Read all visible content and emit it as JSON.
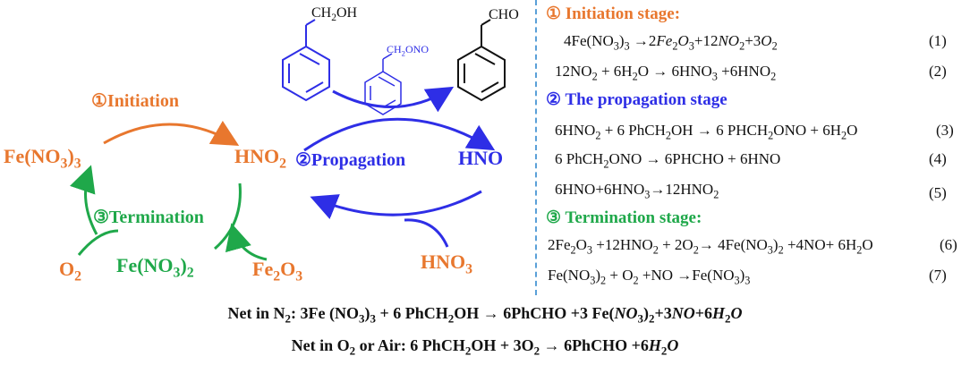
{
  "cycle": {
    "species": {
      "fe_no3_3": "Fe(NO3)3",
      "hno2": "HNO2",
      "hno": "HNO",
      "hno3": "HNO3",
      "o2": "O2",
      "fe_no3_2": "Fe(NO3)2",
      "fe2o3": "Fe2O3"
    },
    "labels": {
      "initiation": "①Initiation",
      "propagation": "②Propagation",
      "termination": "③Termination"
    },
    "molecules": {
      "benzyl_alcohol_group": "CH2OH",
      "nitrite_group": "CH2ONO",
      "aldehyde_group": "CHO"
    }
  },
  "equations": {
    "initiation_title": "① Initiation stage:",
    "propagation_title": "② The propagation stage",
    "termination_title": "③ Termination stage:",
    "items": [
      {
        "num": "(1)",
        "text": "4Fe(NO3)3 →2Fe2O3+12NO2+3O2"
      },
      {
        "num": "(2)",
        "text": "12NO2 + 6H2O → 6HNO3 +6HNO2"
      },
      {
        "num": "(3)",
        "text": "6HNO2 + 6 PhCH2OH → 6 PHCH2ONO + 6H2O"
      },
      {
        "num": "(4)",
        "text": "6 PhCH2ONO → 6PHCHO + 6HNO"
      },
      {
        "num": "(5)",
        "text": "6HNO+6HNO3→12HNO2"
      },
      {
        "num": "(6)",
        "text": "2Fe2O3 +12HNO2 + 2O2→ 4Fe(NO3)2 +4NO+ 6H2O"
      },
      {
        "num": "(7)",
        "text": "Fe(NO3)2 + O2 +NO →Fe(NO3)3"
      }
    ]
  },
  "net": {
    "n2": "Net in N2: 3Fe (NO3)3 + 6 PhCH2OH → 6PhCHO +3 Fe(NO3)2+3NO+6H2O",
    "o2": "Net in O2 or Air: 6 PhCH2OH + 3O2 → 6PhCHO +6H2O"
  },
  "colors": {
    "initiation": "#e8772e",
    "propagation": "#2e2ee6",
    "termination": "#1fa84a",
    "separator": "#5aa0d8"
  }
}
